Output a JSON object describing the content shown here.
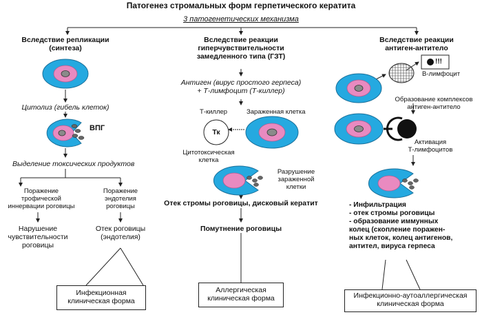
{
  "title": "Патогенез стромальных форм герпетического кератита",
  "subtitle": "3 патогенетических механизма",
  "columns": {
    "left": {
      "heading": [
        "Вследствие репликации",
        "(синтеза)"
      ],
      "cytolysis": "Цитолиз (гибель клеток)",
      "virus_label": "ВПГ",
      "toxic": "Выделение токсических продуктов",
      "branch_a": [
        "Поражение",
        "трофической",
        "иннервации роговицы"
      ],
      "branch_b": [
        "Поражение",
        "эндотелия",
        "роговицы"
      ],
      "result_a": [
        "Нарушение",
        "чувствительности",
        "роговицы"
      ],
      "result_b": [
        "Отек роговицы",
        "(эндотелия)"
      ],
      "form": [
        "Инфекционная",
        "клиническая форма"
      ]
    },
    "middle": {
      "heading": [
        "Вследствие реакции",
        "гиперчувствительности",
        "замедленного типа (ГЗТ)"
      ],
      "antigen": [
        "Антиген (вирус простого герпеса)",
        "+ Т-лимфоцит (Т-киллер)"
      ],
      "killer_label": "Т-киллер",
      "infected_label": "Зараженная клетка",
      "tk": "Тк",
      "cytotoxic": [
        "Цитотоксическая",
        "клетка"
      ],
      "destruction": [
        "Разрушение",
        "зараженной",
        "клетки"
      ],
      "edema": "Отек стромы роговицы, дисковый кератит",
      "opacity": "Помутнение роговицы",
      "form": [
        "Аллергическая",
        "клиническая форма"
      ]
    },
    "right": {
      "heading": [
        "Вследствие реакции",
        "антиген-антитело"
      ],
      "bcell": "В-лимфоцит",
      "marks": "!!!",
      "complex": [
        "Образование комплексов",
        "антиген-антитело"
      ],
      "activation": [
        "Активация",
        "Т-лимфоцитов"
      ],
      "results": [
        "- Инфильтрация",
        "- отек стромы роговицы",
        "- образование иммунных",
        "колец (скопление поражен-",
        "ных клеток, колец антигенов,",
        "антител, вируса герпеса"
      ],
      "form": [
        "Инфекционно-аутоаллергическая",
        "клиническая форма"
      ]
    }
  },
  "colors": {
    "cell_outer": "#25a9e0",
    "cell_inner": "#e98ac0",
    "nucleus": "#8a8a8a",
    "line": "#222222"
  }
}
